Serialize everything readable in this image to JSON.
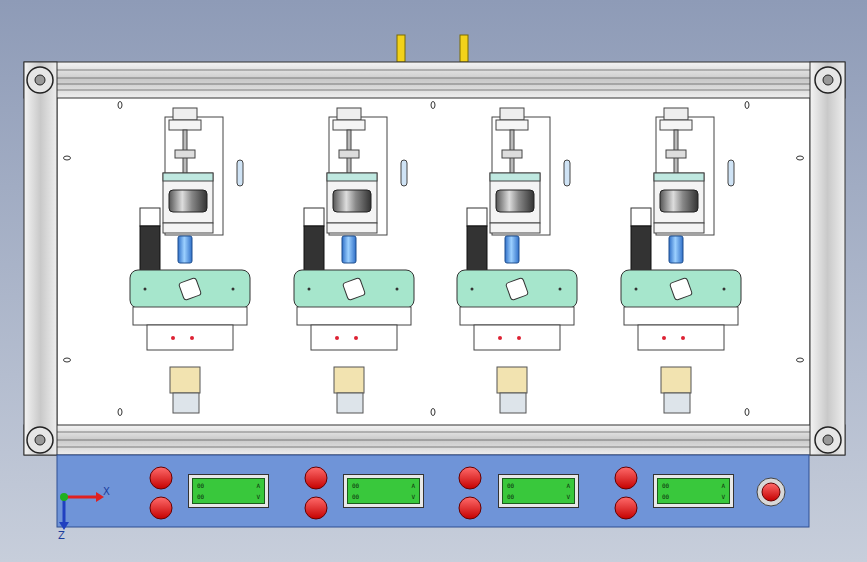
{
  "diagram": {
    "nodes": [
      {
        "text": [
          "00",
          "A",
          "00",
          "V"
        ]
      },
      {
        "text": [
          "00",
          "A",
          "00",
          "V"
        ]
      },
      {
        "text": [
          "00",
          "A",
          "00",
          "V"
        ]
      },
      {
        "text": [
          "00",
          "A",
          "00",
          "V"
        ]
      }
    ],
    "labels": [
      "X",
      "Z"
    ]
  }
}
